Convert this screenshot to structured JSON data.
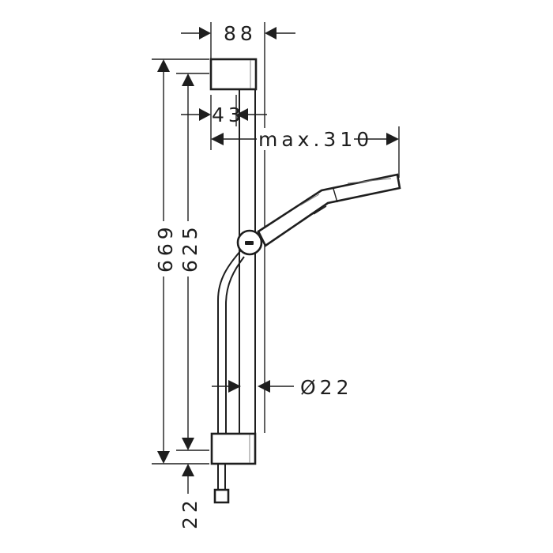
{
  "drawing": {
    "title": "Shower rail set technical drawing",
    "units": "mm",
    "colors": {
      "line": "#1e1e1e",
      "background": "#ffffff"
    },
    "dimensions": {
      "top_bracket_width": "88",
      "wall_offset": "43",
      "handshower_reach": "max.310",
      "overall_height": "669",
      "bracket_spacing": "625",
      "rail_diameter": "Ø22",
      "bottom_offset": "22"
    }
  }
}
